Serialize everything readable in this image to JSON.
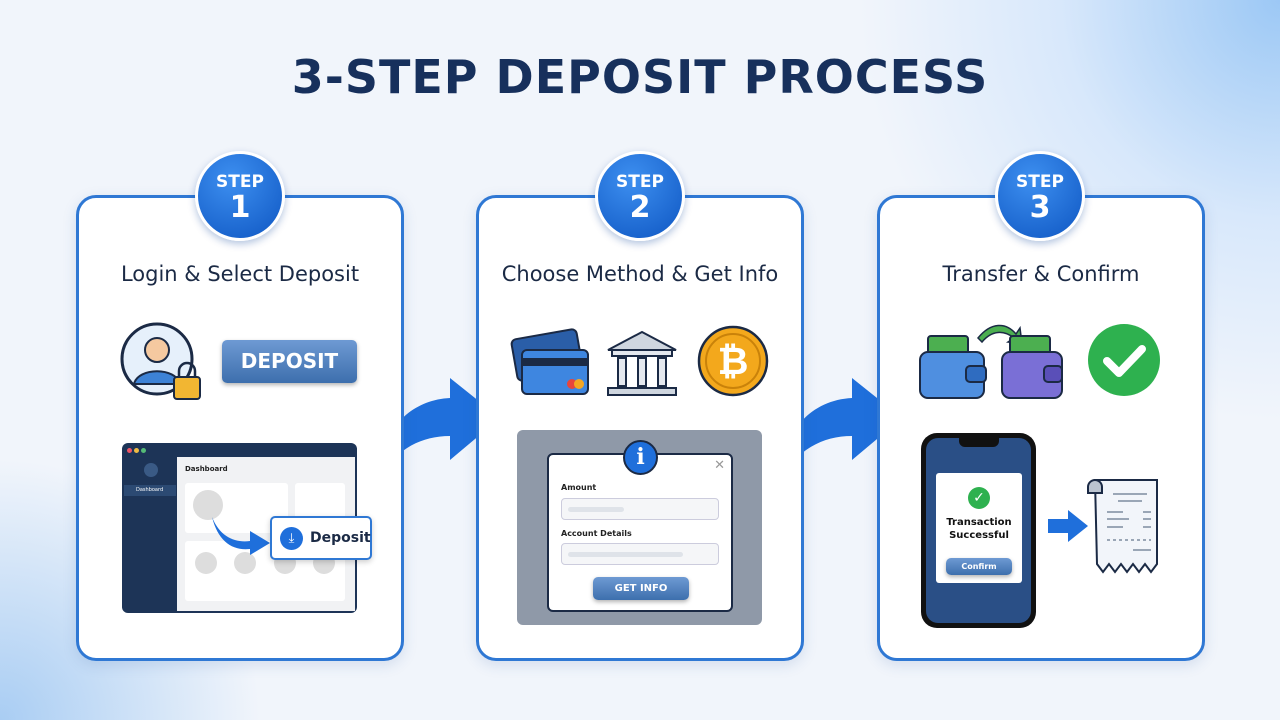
{
  "title": "3-STEP DEPOSIT PROCESS",
  "steps": [
    {
      "label": "STEP",
      "number": "1",
      "title": "Login & Select Deposit",
      "deposit_button": "DEPOSIT",
      "dashboard_heading": "Dashboard",
      "sidebar_item": "Dashboard",
      "deposit_popup": "Deposit"
    },
    {
      "label": "STEP",
      "number": "2",
      "title": "Choose Method & Get Info",
      "amount_label": "Amount",
      "account_label": "Account Details",
      "get_info_button": "GET INFO"
    },
    {
      "label": "STEP",
      "number": "3",
      "title": "Transfer & Confirm",
      "status_text": "Transaction Successful",
      "confirm_button": "Confirm"
    }
  ],
  "colors": {
    "accent": "#1e6fd9",
    "navy": "#17305c",
    "success": "#2eb14f"
  }
}
